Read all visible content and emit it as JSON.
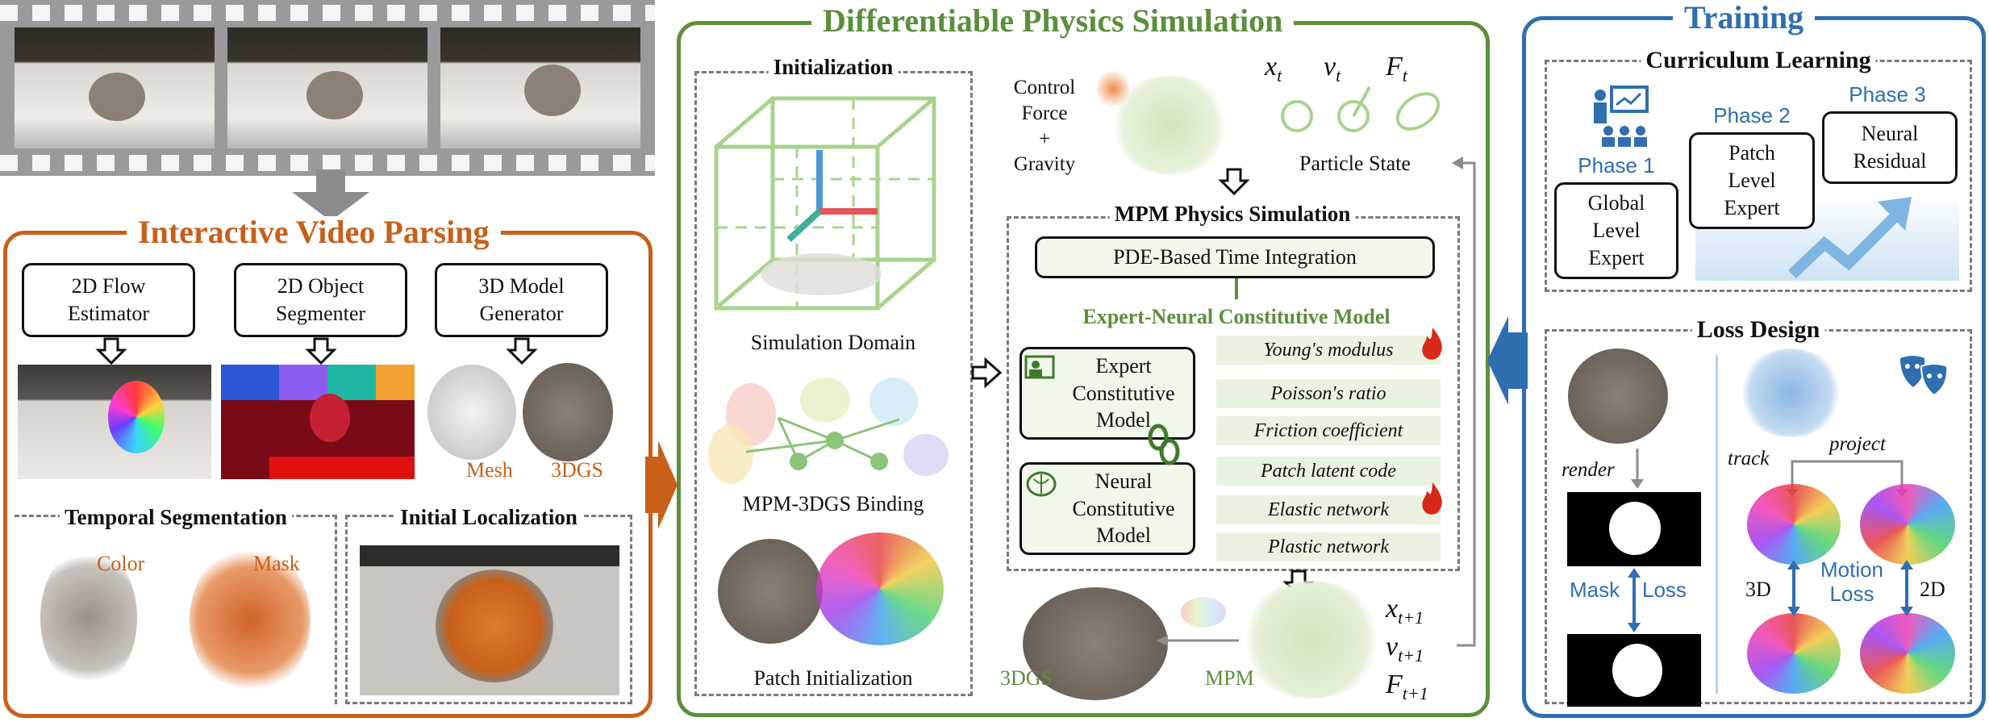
{
  "colors": {
    "orange": "#c8601a",
    "green": "#5b8f3c",
    "blue": "#2f6fb0",
    "expert_green": "#3f7a2c",
    "dash_gray": "#7a7a7a"
  },
  "left": {
    "title": "Interactive Video Parsing",
    "tools": [
      {
        "label": "2D Flow\nEstimator"
      },
      {
        "label": "2D Object\nSegmenter"
      },
      {
        "label": "3D Model\nGenerator"
      }
    ],
    "mesh_label": "Mesh",
    "gs_label": "3DGS",
    "temporal": {
      "title": "Temporal Segmentation",
      "color_label": "Color",
      "mask_label": "Mask"
    },
    "localization": {
      "title": "Initial Localization"
    }
  },
  "middle": {
    "title": "Differentiable Physics Simulation",
    "init": {
      "title": "Initialization",
      "domain_label": "Simulation Domain",
      "binding_label": "MPM-3DGS Binding",
      "patch_label": "Patch Initialization"
    },
    "force_label": "Control\nForce\n+\nGravity",
    "state_vars": [
      "x",
      "v",
      "F"
    ],
    "state_sub": "t",
    "next_sub": "t+1",
    "particle_state_label": "Particle State",
    "mpm": {
      "title": "MPM Physics Simulation",
      "pde_label": "PDE-Based Time Integration",
      "ecm_title": "Expert-Neural Constitutive Model",
      "expert_label": "Expert\nConstitutive\nModel",
      "neural_label": "Neural\nConstitutive\nModel",
      "expert_params": [
        "Young's modulus",
        "Poisson's ratio",
        "Friction coefficient"
      ],
      "neural_params": [
        "Patch latent code",
        "Elastic network",
        "Plastic network"
      ]
    },
    "gs_label": "3DGS",
    "mpm_label": "MPM"
  },
  "right": {
    "title": "Training",
    "curriculum": {
      "title": "Curriculum Learning",
      "phases": [
        {
          "phase": "Phase 1",
          "label": "Global\nLevel\nExpert"
        },
        {
          "phase": "Phase 2",
          "label": "Patch\nLevel\nExpert"
        },
        {
          "phase": "Phase 3",
          "label": "Neural\nResidual"
        }
      ]
    },
    "loss": {
      "title": "Loss Design",
      "render_label": "render",
      "mask_label": "Mask",
      "loss_word": "Loss",
      "track_label": "track",
      "project_label": "project",
      "motion_label": "Motion\nLoss",
      "label_3d": "3D",
      "label_2d": "2D"
    }
  }
}
